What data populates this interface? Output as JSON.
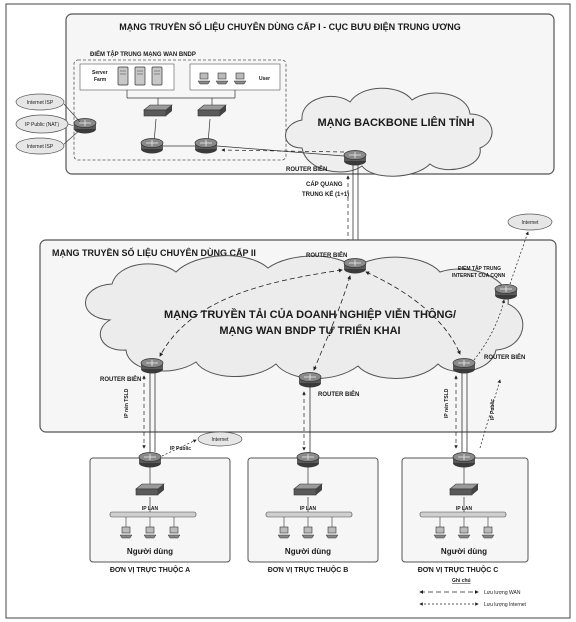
{
  "level1": {
    "title": "MẠNG TRUYỀN SỐ LIỆU CHUYÊN DÙNG CẤP I - CỤC BƯU ĐIỆN TRUNG ƯƠNG",
    "wan_hub": "ĐIỂM TẬP TRUNG MẠNG WAN BNDP",
    "server_farm": [
      "Server",
      "Farm"
    ],
    "user": "User",
    "backbone": "MẠNG BACKBONE LIÊN TỈNH",
    "left_clouds": [
      "Internet ISP",
      "IP Public (NAT)",
      "Internet ISP"
    ]
  },
  "link": {
    "border_router": "ROUTER BIÊN",
    "fiber": [
      "CÁP QUANG",
      "TRUNG KẾ (1+1)"
    ]
  },
  "level2": {
    "title": "MẠNG TRUYỀN SỐ LIỆU CHUYÊN DÙNG CẤP II",
    "border_router_top": "ROUTER BIÊN",
    "cloud_lines": [
      "MẠNG TRUYỀN TẢI CỦA DOANH NGHIỆP VIỄN THÔNG/",
      "MẠNG WAN BNDP TỰ TRIỂN KHAI"
    ],
    "internet_hub": [
      "ĐIỂM TẬP TRUNG",
      "INTERNET CỦA CQNN"
    ],
    "internet": "Internet",
    "router_left": "ROUTER BIÊN",
    "router_mid": "ROUTER BIÊN",
    "router_right": "ROUTER BIÊN"
  },
  "units": [
    {
      "name": "ĐƠN VỊ TRỰC THUỘC A",
      "lan": "IP LAN",
      "users": "Người dùng",
      "vertical": "IP nén TSLD",
      "extra": "IP Public",
      "internet": "Internet"
    },
    {
      "name": "ĐƠN VỊ TRỰC THUỘC B",
      "lan": "IP LAN",
      "users": "Người dùng"
    },
    {
      "name": "ĐƠN VỊ TRỰC THUỘC C",
      "lan": "IP LAN",
      "users": "Người dùng",
      "vertical": "IP nén TSLD",
      "extra": "IP Public"
    }
  ],
  "legend": {
    "title": "Ghi chú",
    "wan": "Lưu lượng WAN",
    "internet": "Lưu lượng Internet"
  }
}
